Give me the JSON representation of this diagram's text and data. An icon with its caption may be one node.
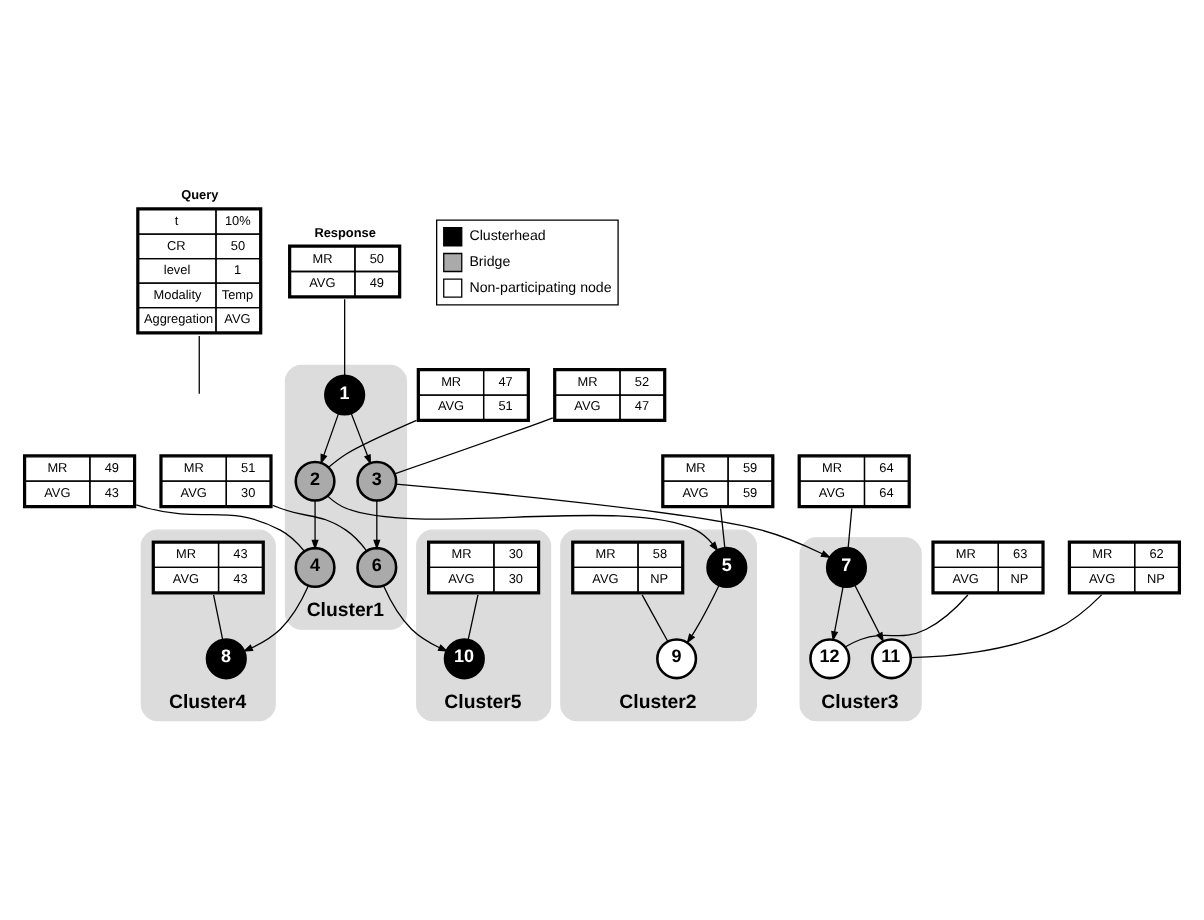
{
  "diagram": {
    "nodes": [
      {
        "text": [
          "Query",
          "t",
          "10%",
          "CR",
          "50",
          "level",
          "1",
          "Modality",
          "Temp",
          "Aggregation",
          "AVG"
        ]
      },
      {
        "text": [
          "Response",
          "MR",
          "50",
          "AVG",
          "49"
        ]
      },
      {
        "text": [
          "Cluster1"
        ]
      },
      {
        "text": [
          "1"
        ],
        "in": 2
      },
      {
        "text": [
          "2"
        ],
        "in": 2
      },
      {
        "text": [
          "MR",
          "47",
          "AVG",
          "51"
        ]
      },
      {
        "text": [
          "3"
        ],
        "in": 2
      },
      {
        "text": [
          "MR",
          "52",
          "AVG",
          "47"
        ]
      },
      {
        "text": [
          "4"
        ],
        "in": 2
      },
      {
        "text": [
          "MR",
          "49",
          "AVG",
          "43"
        ]
      },
      {
        "text": [
          "6"
        ],
        "in": 2
      },
      {
        "text": [
          "MR",
          "51",
          "AVG",
          "30"
        ]
      },
      {
        "text": [
          "Cluster3"
        ]
      },
      {
        "text": [
          "MR",
          "64",
          "AVG",
          "64"
        ]
      },
      {
        "text": [
          "7"
        ],
        "in": 12
      },
      {
        "text": [
          "12"
        ],
        "in": 12
      },
      {
        "text": [
          "MR",
          "63",
          "AVG",
          "NP"
        ]
      },
      {
        "text": [
          "11"
        ],
        "in": 12
      },
      {
        "text": [
          "MR",
          "62",
          "AVG",
          "NP"
        ]
      },
      {
        "text": [
          "Cluster2"
        ]
      },
      {
        "text": [
          "5"
        ],
        "in": 19
      },
      {
        "text": [
          "MR",
          "59",
          "AVG",
          "59"
        ]
      },
      {
        "text": [
          "9"
        ],
        "in": 19
      },
      {
        "text": [
          "MR",
          "58",
          "AVG",
          "NP"
        ],
        "in": 19
      },
      {
        "text": [
          "Cluster4"
        ]
      },
      {
        "text": [
          "8"
        ],
        "in": 24
      },
      {
        "text": [
          "MR",
          "43",
          "AVG",
          "43"
        ],
        "in": 24
      },
      {
        "text": [
          "Cluster5"
        ]
      },
      {
        "text": [
          "10"
        ],
        "in": 27
      },
      {
        "text": [
          "MR",
          "30",
          "AVG",
          "30"
        ],
        "in": 27
      }
    ],
    "edges": [
      {
        "from": 3,
        "to": 4,
        "arrow": "to"
      },
      {
        "from": 3,
        "to": 6,
        "arrow": "to"
      },
      {
        "from": 4,
        "to": 8,
        "arrow": "to"
      },
      {
        "from": 4,
        "to": 20,
        "arrow": "to"
      },
      {
        "from": 6,
        "to": 14,
        "arrow": "to"
      },
      {
        "from": 6,
        "to": 10,
        "arrow": "to"
      },
      {
        "from": 8,
        "to": 25,
        "arrow": "to"
      },
      {
        "from": 20,
        "to": 22,
        "arrow": "to"
      },
      {
        "from": 10,
        "to": 28,
        "arrow": "to"
      },
      {
        "from": 14,
        "to": 15,
        "arrow": "to"
      },
      {
        "from": 14,
        "to": 17,
        "arrow": "to"
      },
      {
        "from": 0,
        "to": null,
        "arrow": "none"
      },
      {
        "from": 1,
        "to": 3,
        "arrow": "none"
      },
      {
        "from": 5,
        "to": 4,
        "arrow": "none"
      },
      {
        "from": 7,
        "to": 6,
        "arrow": "none"
      },
      {
        "from": 9,
        "to": 8,
        "arrow": "none"
      },
      {
        "from": 11,
        "to": 10,
        "arrow": "none"
      },
      {
        "from": 13,
        "to": 14,
        "arrow": "none"
      },
      {
        "from": 16,
        "to": 15,
        "arrow": "none"
      },
      {
        "from": 18,
        "to": 17,
        "arrow": "none"
      },
      {
        "from": 21,
        "to": 20,
        "arrow": "none"
      },
      {
        "from": 23,
        "to": 22,
        "arrow": "none"
      },
      {
        "from": 26,
        "to": 25,
        "arrow": "none"
      },
      {
        "from": 29,
        "to": 28,
        "arrow": "none"
      }
    ],
    "legend": [
      {
        "text": "Clusterhead",
        "color": "#000000"
      },
      {
        "text": "Bridge",
        "color": "#aaaaaa"
      },
      {
        "text": "Non-participating node",
        "color": "#ffffff"
      }
    ]
  }
}
